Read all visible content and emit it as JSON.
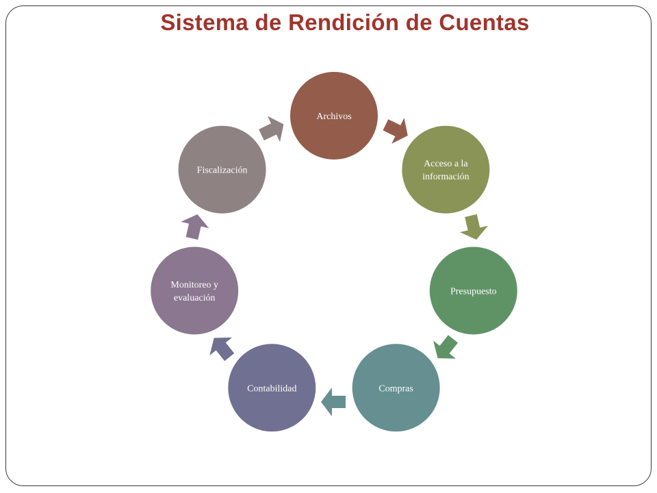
{
  "title": "Sistema de Rendición de Cuentas",
  "nodes": [
    {
      "id": "archivos",
      "lines": [
        "Archivos"
      ],
      "color": "#935c4b"
    },
    {
      "id": "acceso",
      "lines": [
        "Acceso a la",
        "información"
      ],
      "color": "#8a9456"
    },
    {
      "id": "presupuesto",
      "lines": [
        "Presupuesto"
      ],
      "color": "#5f9366"
    },
    {
      "id": "compras",
      "lines": [
        "Compras"
      ],
      "color": "#658f91"
    },
    {
      "id": "contabilidad",
      "lines": [
        "Contabilidad"
      ],
      "color": "#707092"
    },
    {
      "id": "monitoreo",
      "lines": [
        "Monitoreo y",
        "evaluación"
      ],
      "color": "#8b7790"
    },
    {
      "id": "fiscalizacion",
      "lines": [
        "Fiscalización"
      ],
      "color": "#8f8282"
    }
  ],
  "arrow_colors": [
    "#935c4b",
    "#8a9456",
    "#5f9366",
    "#658f91",
    "#707092",
    "#8b7790",
    "#8f8282"
  ]
}
